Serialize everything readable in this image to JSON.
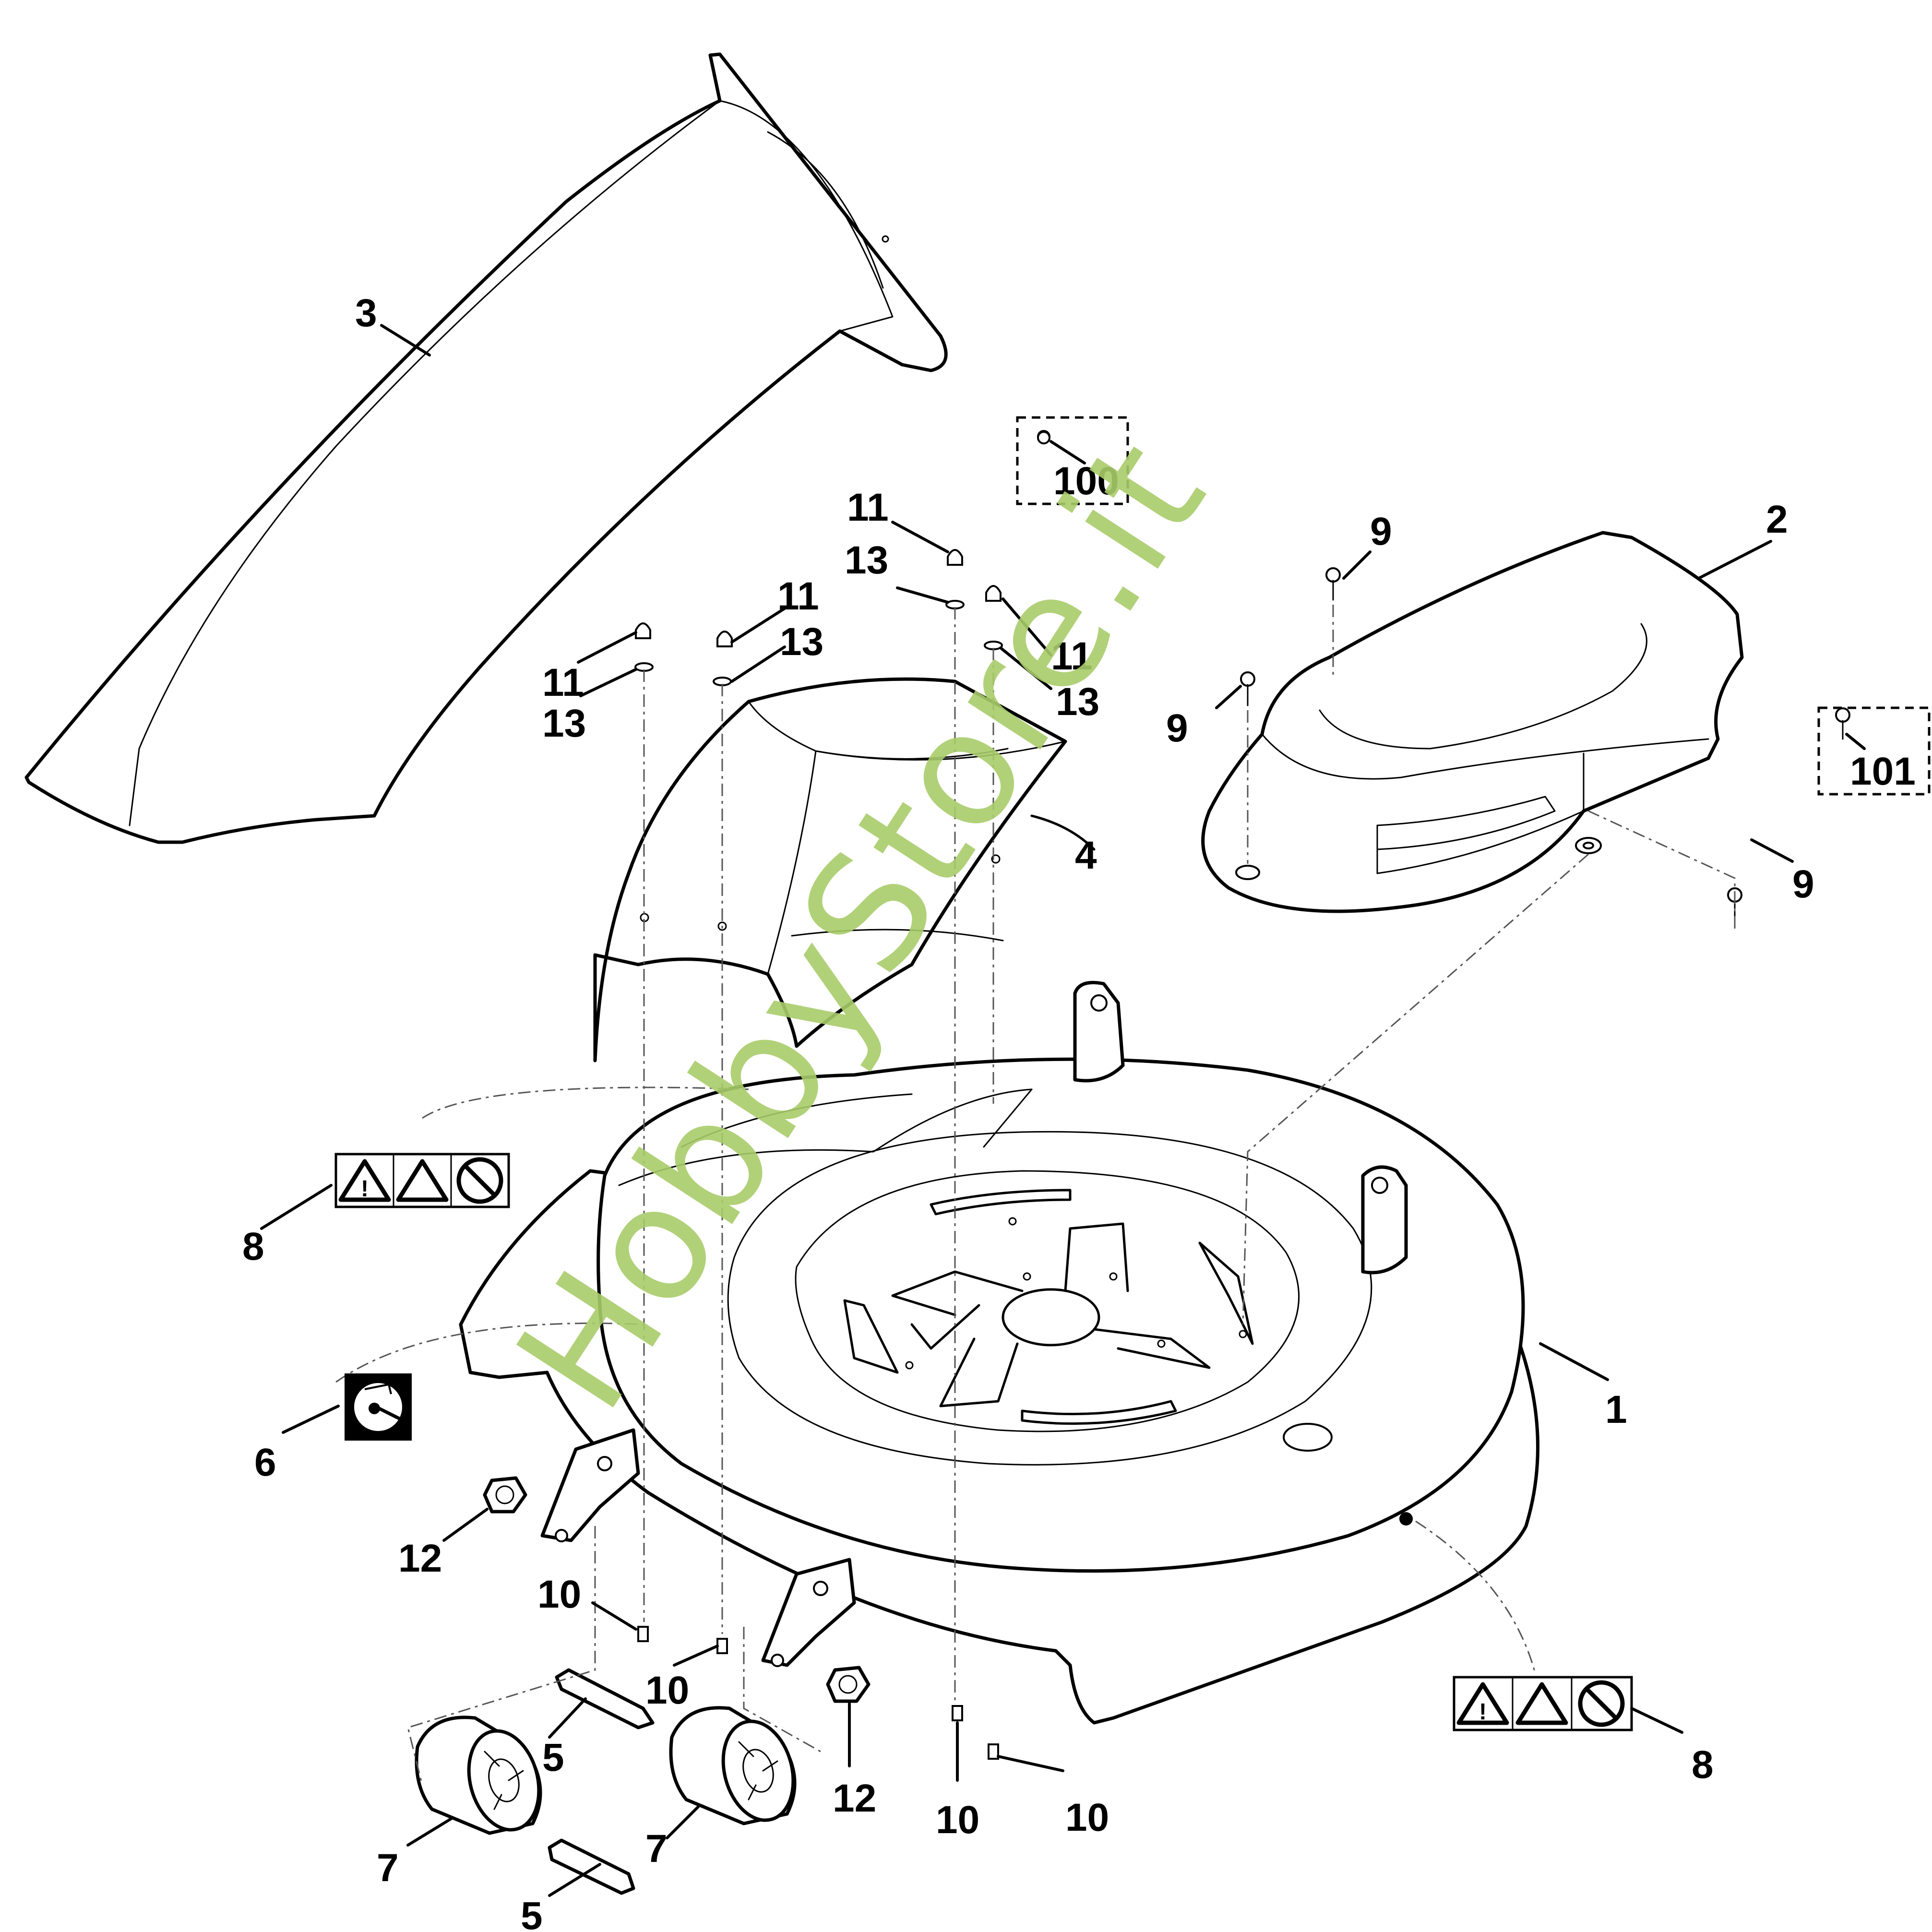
{
  "callouts": {
    "c1": "1",
    "c2": "2",
    "c3": "3",
    "c4": "4",
    "c5a": "5",
    "c5b": "5",
    "c6": "6",
    "c7a": "7",
    "c7b": "7",
    "c8a": "8",
    "c8b": "8",
    "c9a": "9",
    "c9b": "9",
    "c9c": "9",
    "c10a": "10",
    "c10b": "10",
    "c10c": "10",
    "c10d": "10",
    "c11a": "11",
    "c11b": "11",
    "c11c": "11",
    "c11d": "11",
    "c12a": "12",
    "c12b": "12",
    "c13a": "13",
    "c13b": "13",
    "c13c": "13",
    "c13d": "13",
    "c100": "100",
    "c101": "101"
  },
  "watermark": {
    "text": "HobbyStore.it",
    "color": "#a9cc6a"
  },
  "icons": {
    "warning_labels": [
      "warning-triangle-icon",
      "hand-blade-warning-icon",
      "no-hands-icon"
    ],
    "wear_label": "blade-wear-label-icon"
  }
}
